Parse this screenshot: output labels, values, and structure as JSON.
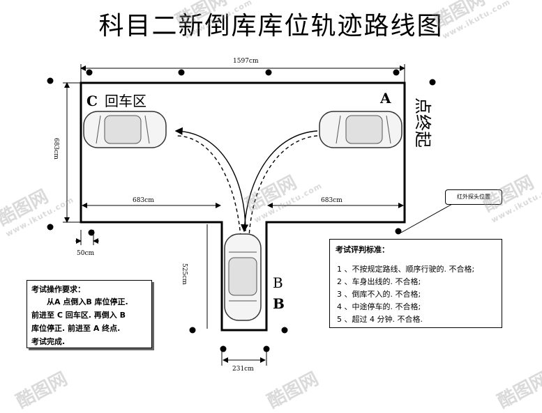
{
  "title": "科目二新倒库库位轨迹路线图",
  "dimensions": {
    "total_width": "1597cm",
    "height": "683cm",
    "left_segment": "683cm",
    "right_segment": "683cm",
    "post_offset": "50cm",
    "bay_depth": "525cm",
    "bay_width": "231cm"
  },
  "labels": {
    "c_letter": "C",
    "c_text": "回车区",
    "a": "A",
    "end_point": "点终起",
    "b_plain": "B",
    "b_bold": "B",
    "sensor": "红外探头位置"
  },
  "operation": {
    "heading": "考试操作要求：",
    "lines": [
      "从A 点倒入B 库位停正.",
      "前进至 C 回车区. 再倒入 B",
      "库位停正. 前进至 A 终点.",
      "考试完成."
    ]
  },
  "criteria": {
    "heading": "考试评判标准：",
    "items": [
      "1 、不按规定路线、顺序行驶的. 不合格;",
      "2 、车身出线的. 不合格;",
      "3 、倒库不入的. 不合格;",
      "4 、中途停车的. 不合格;",
      "5 、超过 4 分钟. 不合格."
    ]
  },
  "watermark": {
    "brand": "酷图网",
    "url": "www.ikutu.com"
  },
  "colors": {
    "line": "#000000",
    "watermark": "#9a9a9a"
  }
}
